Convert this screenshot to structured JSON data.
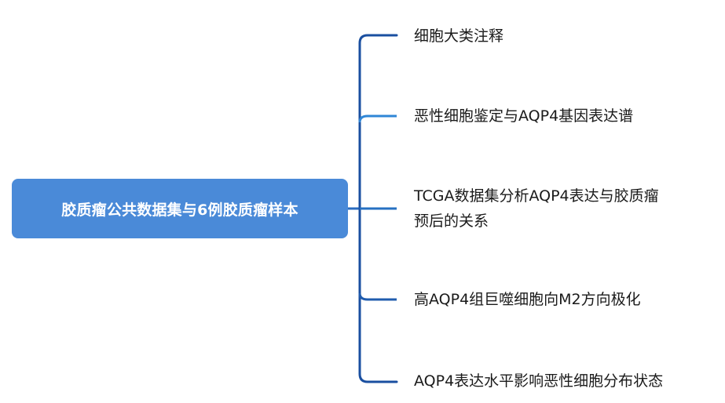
{
  "root": {
    "label": "胶质瘤公共数据集与6例胶质瘤样本"
  },
  "branches": [
    {
      "lines": [
        "细胞大类注释"
      ]
    },
    {
      "lines": [
        "恶性细胞鉴定与AQP4基因表达谱"
      ]
    },
    {
      "lines": [
        "TCGA数据集分析AQP4表达与胶质瘤",
        "预后的关系"
      ]
    },
    {
      "lines": [
        "高AQP4组巨噬细胞向M2方向极化"
      ]
    },
    {
      "lines": [
        "AQP4表达水平影响恶性细胞分布状态"
      ]
    }
  ],
  "colors": {
    "root_fill": "#4a8ad8",
    "root_text": "#ffffff",
    "branch_text": "#1a1a1a",
    "connector_gradient_top": "#3a9be6",
    "connector_gradient_bottom": "#1a4fa0"
  }
}
